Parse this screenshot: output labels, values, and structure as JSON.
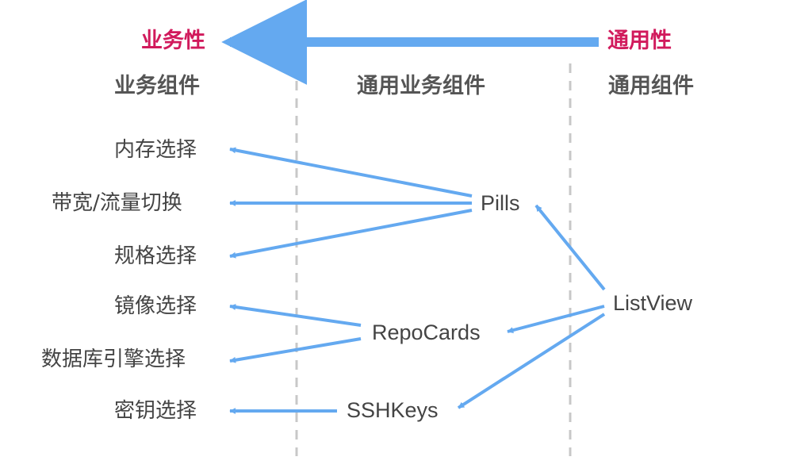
{
  "colors": {
    "accent_label": "#d11a5c",
    "arrow": "#64a9f0",
    "divider": "#c8c8c8",
    "text": "#444444"
  },
  "axis": {
    "left_label": "业务性",
    "right_label": "通用性"
  },
  "columns": {
    "business": "业务组件",
    "generic_business": "通用业务组件",
    "generic": "通用组件"
  },
  "business_items": [
    "内存选择",
    "带宽/流量切换",
    "规格选择",
    "镜像选择",
    "数据库引擎选择",
    "密钥选择"
  ],
  "components": {
    "pills": "Pills",
    "repo_cards": "RepoCards",
    "ssh_keys": "SSHKeys",
    "list_view": "ListView"
  }
}
